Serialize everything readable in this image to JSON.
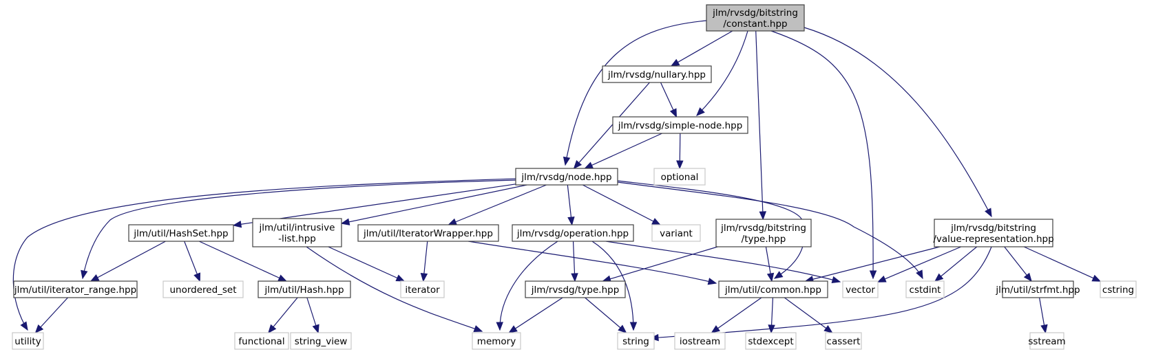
{
  "title": "Include dependency graph for jlm/rvsdg/bitstring/constant.hpp",
  "colors": {
    "edge": "#191970",
    "root_fill": "#bfbfbf",
    "local_border": "#404040",
    "system_border": "#c8c8c8"
  },
  "nodes": {
    "constant": {
      "lines": [
        "jlm/rvsdg/bitstring",
        "/constant.hpp"
      ],
      "kind": "root"
    },
    "nullary": {
      "lines": [
        "jlm/rvsdg/nullary.hpp"
      ],
      "kind": "local"
    },
    "simple_node": {
      "lines": [
        "jlm/rvsdg/simple-node.hpp"
      ],
      "kind": "local"
    },
    "optional": {
      "lines": [
        "optional"
      ],
      "kind": "system"
    },
    "node": {
      "lines": [
        "jlm/rvsdg/node.hpp"
      ],
      "kind": "local"
    },
    "hashset": {
      "lines": [
        "jlm/util/HashSet.hpp"
      ],
      "kind": "local"
    },
    "intrusive_list": {
      "lines": [
        "jlm/util/intrusive",
        "-list.hpp"
      ],
      "kind": "local"
    },
    "iterator_wrapper": {
      "lines": [
        "jlm/util/IteratorWrapper.hpp"
      ],
      "kind": "local"
    },
    "operation": {
      "lines": [
        "jlm/rvsdg/operation.hpp"
      ],
      "kind": "local"
    },
    "variant": {
      "lines": [
        "variant"
      ],
      "kind": "system"
    },
    "bit_type": {
      "lines": [
        "jlm/rvsdg/bitstring",
        "/type.hpp"
      ],
      "kind": "local"
    },
    "value_repr": {
      "lines": [
        "jlm/rvsdg/bitstring",
        "/value-representation.hpp"
      ],
      "kind": "local"
    },
    "iterator_range": {
      "lines": [
        "jlm/util/iterator_range.hpp"
      ],
      "kind": "local"
    },
    "unordered_set": {
      "lines": [
        "unordered_set"
      ],
      "kind": "system"
    },
    "hash": {
      "lines": [
        "jlm/util/Hash.hpp"
      ],
      "kind": "local"
    },
    "iterator": {
      "lines": [
        "iterator"
      ],
      "kind": "system"
    },
    "rvsdg_type": {
      "lines": [
        "jlm/rvsdg/type.hpp"
      ],
      "kind": "local"
    },
    "common": {
      "lines": [
        "jlm/util/common.hpp"
      ],
      "kind": "local"
    },
    "vector": {
      "lines": [
        "vector"
      ],
      "kind": "system"
    },
    "cstdint": {
      "lines": [
        "cstdint"
      ],
      "kind": "system"
    },
    "strfmt": {
      "lines": [
        "jlm/util/strfmt.hpp"
      ],
      "kind": "local"
    },
    "cstring": {
      "lines": [
        "cstring"
      ],
      "kind": "system"
    },
    "utility": {
      "lines": [
        "utility"
      ],
      "kind": "system"
    },
    "functional": {
      "lines": [
        "functional"
      ],
      "kind": "system"
    },
    "string_view": {
      "lines": [
        "string_view"
      ],
      "kind": "system"
    },
    "memory": {
      "lines": [
        "memory"
      ],
      "kind": "system"
    },
    "string": {
      "lines": [
        "string"
      ],
      "kind": "system"
    },
    "iostream": {
      "lines": [
        "iostream"
      ],
      "kind": "system"
    },
    "stdexcept": {
      "lines": [
        "stdexcept"
      ],
      "kind": "system"
    },
    "cassert": {
      "lines": [
        "cassert"
      ],
      "kind": "system"
    },
    "sstream": {
      "lines": [
        "sstream"
      ],
      "kind": "system"
    }
  },
  "edges": [
    [
      "constant",
      "nullary"
    ],
    [
      "constant",
      "simple_node"
    ],
    [
      "constant",
      "node"
    ],
    [
      "constant",
      "bit_type"
    ],
    [
      "constant",
      "vector"
    ],
    [
      "constant",
      "value_repr"
    ],
    [
      "nullary",
      "simple_node"
    ],
    [
      "nullary",
      "node"
    ],
    [
      "simple_node",
      "node"
    ],
    [
      "simple_node",
      "optional"
    ],
    [
      "node",
      "hashset"
    ],
    [
      "node",
      "intrusive_list"
    ],
    [
      "node",
      "iterator_wrapper"
    ],
    [
      "node",
      "operation"
    ],
    [
      "node",
      "variant"
    ],
    [
      "node",
      "common"
    ],
    [
      "node",
      "cstdint"
    ],
    [
      "node",
      "iterator_range"
    ],
    [
      "node",
      "utility"
    ],
    [
      "hashset",
      "iterator_range"
    ],
    [
      "hashset",
      "unordered_set"
    ],
    [
      "hashset",
      "hash"
    ],
    [
      "intrusive_list",
      "iterator"
    ],
    [
      "intrusive_list",
      "memory"
    ],
    [
      "iterator_wrapper",
      "iterator"
    ],
    [
      "iterator_wrapper",
      "common"
    ],
    [
      "operation",
      "rvsdg_type"
    ],
    [
      "operation",
      "memory"
    ],
    [
      "operation",
      "string"
    ],
    [
      "operation",
      "vector"
    ],
    [
      "bit_type",
      "rvsdg_type"
    ],
    [
      "bit_type",
      "common"
    ],
    [
      "value_repr",
      "common"
    ],
    [
      "value_repr",
      "vector"
    ],
    [
      "value_repr",
      "cstdint"
    ],
    [
      "value_repr",
      "string"
    ],
    [
      "value_repr",
      "strfmt"
    ],
    [
      "value_repr",
      "cstring"
    ],
    [
      "iterator_range",
      "utility"
    ],
    [
      "hash",
      "functional"
    ],
    [
      "hash",
      "string_view"
    ],
    [
      "rvsdg_type",
      "memory"
    ],
    [
      "rvsdg_type",
      "string"
    ],
    [
      "common",
      "iostream"
    ],
    [
      "common",
      "stdexcept"
    ],
    [
      "common",
      "cassert"
    ],
    [
      "strfmt",
      "sstream"
    ]
  ]
}
